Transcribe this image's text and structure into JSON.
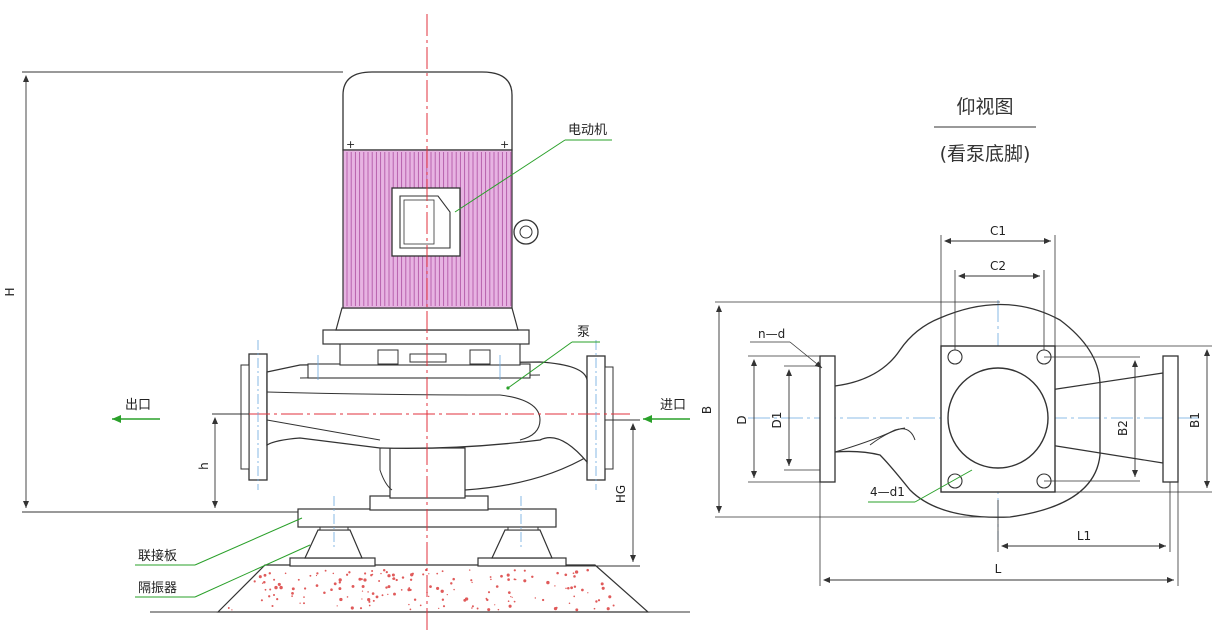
{
  "labels": {
    "motor": "电动机",
    "pump": "泵",
    "outlet": "出口",
    "inlet": "进口",
    "connect_plate": "联接板",
    "isolator": "隔振器",
    "view_title": "仰视图",
    "view_subtitle": "(看泵底脚)"
  },
  "dimensions": {
    "H": "H",
    "h": "h",
    "HG": "HG",
    "B": "B",
    "D": "D",
    "D1": "D1",
    "B1": "B1",
    "B2": "B2",
    "C1": "C1",
    "C2": "C2",
    "L": "L",
    "L1": "L1",
    "n_d": "n—d",
    "four_d1": "4—d1"
  },
  "colors": {
    "line": "#333333",
    "centerline": "#e0323c",
    "motor_fill": "#e7b3e2",
    "motor_stripe": "#b35aa8",
    "leader": "#2aa02a",
    "centerline_blue": "#6aa9e0",
    "ground_dots": "#e05a5a"
  }
}
